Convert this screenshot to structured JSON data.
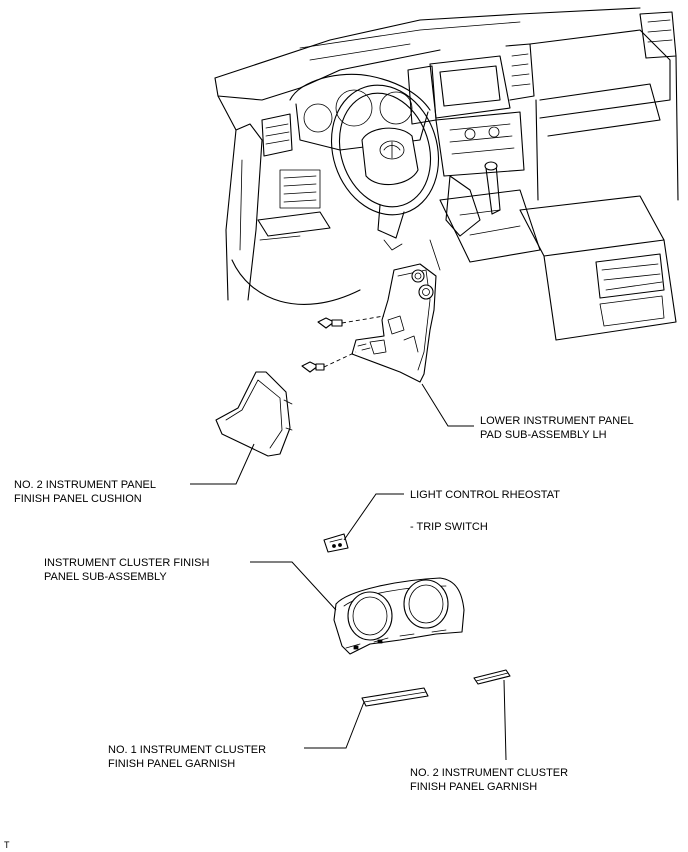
{
  "labels": {
    "lower_pad_l1": "LOWER INSTRUMENT PANEL",
    "lower_pad_l2": "PAD SUB-ASSEMBLY LH",
    "cushion_l1": "NO. 2 INSTRUMENT PANEL",
    "cushion_l2": "FINISH PANEL CUSHION",
    "rheostat": "LIGHT CONTROL RHEOSTAT",
    "trip_switch": "- TRIP SWITCH",
    "cluster_l1": "INSTRUMENT CLUSTER FINISH",
    "cluster_l2": "PANEL SUB-ASSEMBLY",
    "garnish1_l1": "NO. 1 INSTRUMENT CLUSTER",
    "garnish1_l2": "FINISH PANEL GARNISH",
    "garnish2_l1": "NO. 2 INSTRUMENT CLUSTER",
    "garnish2_l2": "FINISH PANEL GARNISH",
    "corner_mark": "T"
  }
}
